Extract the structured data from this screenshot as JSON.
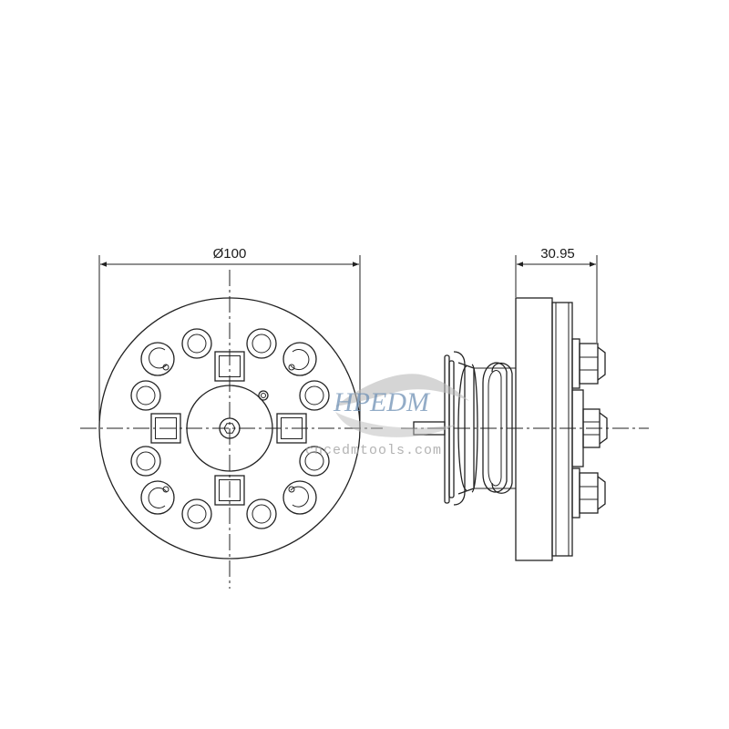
{
  "dimensions": {
    "diameter_label": "Ø100",
    "width_label": "30.95"
  },
  "watermark": {
    "logo_text": "HPEDM",
    "url_text": "cncedmtools.com"
  },
  "colors": {
    "line": "#222222",
    "watermark_blue": "#6f90b4",
    "watermark_gray": "#9a9a9a"
  }
}
